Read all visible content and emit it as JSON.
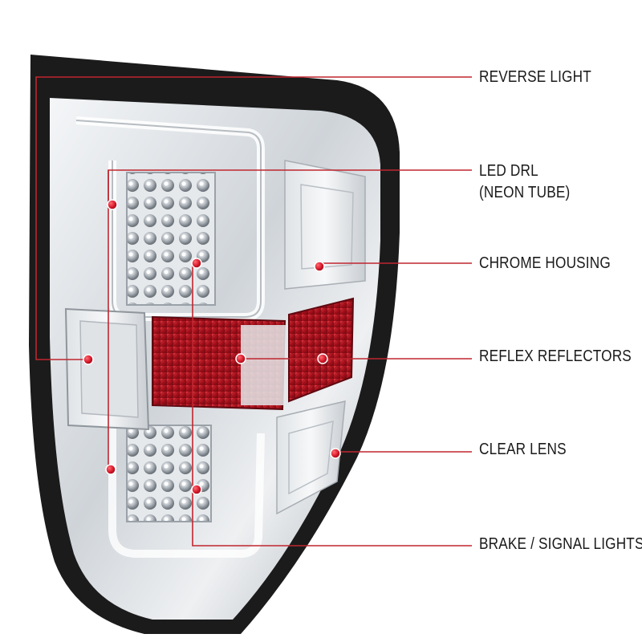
{
  "callouts": [
    {
      "id": "reverse",
      "label": "REVERSE LIGHT"
    },
    {
      "id": "led-drl",
      "label": "LED DRL",
      "sublabel": "(NEON TUBE)"
    },
    {
      "id": "chrome",
      "label": "CHROME HOUSING"
    },
    {
      "id": "reflex",
      "label": "REFLEX REFLECTORS"
    },
    {
      "id": "clear",
      "label": "CLEAR LENS"
    },
    {
      "id": "brake",
      "label": "BRAKE / SIGNAL LIGHTS"
    }
  ],
  "colors": {
    "leader_line": "#c0262f",
    "dot": "#d8192a",
    "housing_frame": "#1b1b1b",
    "reflector": "#b3141f",
    "chrome": "#d9dde1"
  }
}
